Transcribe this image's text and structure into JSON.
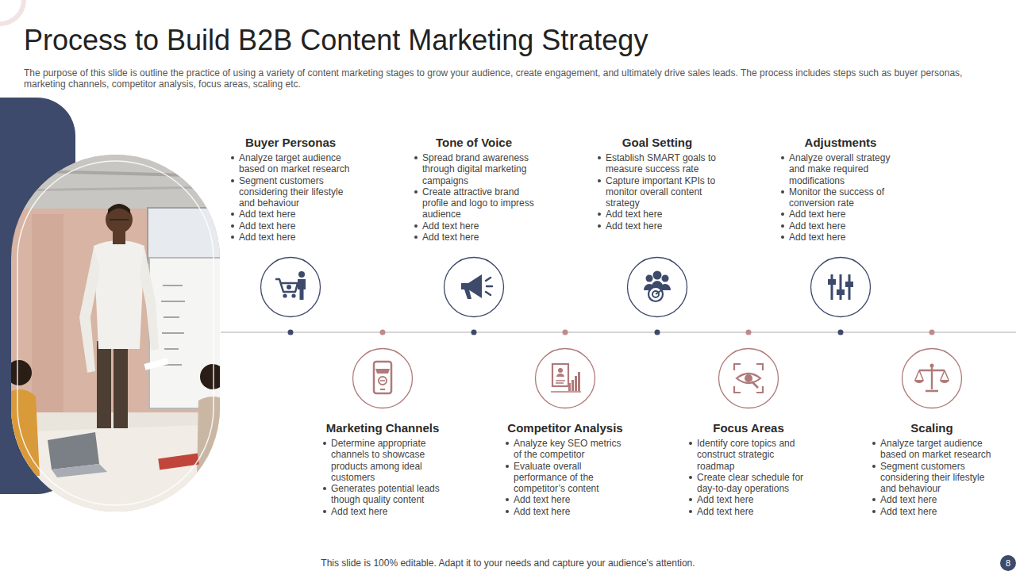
{
  "diagram": {
    "title": "Process to Build B2B Content Marketing Strategy",
    "nodes": [
      {
        "text": [
          "Buyer Personas",
          "Analyze target audience based on market research",
          "Segment customers considering their lifestyle and behaviour",
          "Add text here",
          "Add text here",
          "Add text here"
        ]
      },
      {
        "text": [
          "Marketing Channels",
          "Determine appropriate channels to showcase products among ideal customers",
          "Generates potential leads though quality content",
          "Add text here"
        ]
      },
      {
        "text": [
          "Tone of Voice",
          "Spread brand awareness through digital marketing campaigns",
          "Create attractive brand profile and logo to impress audience",
          "Add text here",
          "Add text here"
        ]
      },
      {
        "text": [
          "Competitor Analysis",
          "Analyze key SEO metrics of the competitor",
          "Evaluate overall performance of the competitor’s content",
          "Add text here",
          "Add text here"
        ]
      },
      {
        "text": [
          "Goal Setting",
          "Establish SMART goals to measure success rate",
          "Capture important KPIs to monitor overall content strategy",
          "Add text here",
          "Add text here"
        ]
      },
      {
        "text": [
          "Focus Areas",
          "Identify core topics and construct strategic roadmap",
          "Create clear schedule for day-to-day operations",
          "Add text here",
          "Add text here"
        ]
      },
      {
        "text": [
          "Adjustments",
          "Analyze overall strategy and make required modifications",
          "Monitor the success of conversion rate",
          "Add text here",
          "Add text here",
          "Add text here"
        ]
      },
      {
        "text": [
          "Scaling",
          "Analyze target audience based on market research",
          "Segment customers considering their lifestyle and behaviour",
          "Add text here",
          "Add text here"
        ]
      }
    ],
    "labels": [
      "The purpose of this slide is outline the practice of using a variety of content marketing stages to grow your audience, create engagement, and ultimately drive sales leads. The process includes steps such as buyer personas, marketing channels, competitor analysis, focus areas, scaling etc.",
      "This slide is 100% editable. Adapt it to your needs and capture your audience's attention.",
      "8"
    ]
  }
}
